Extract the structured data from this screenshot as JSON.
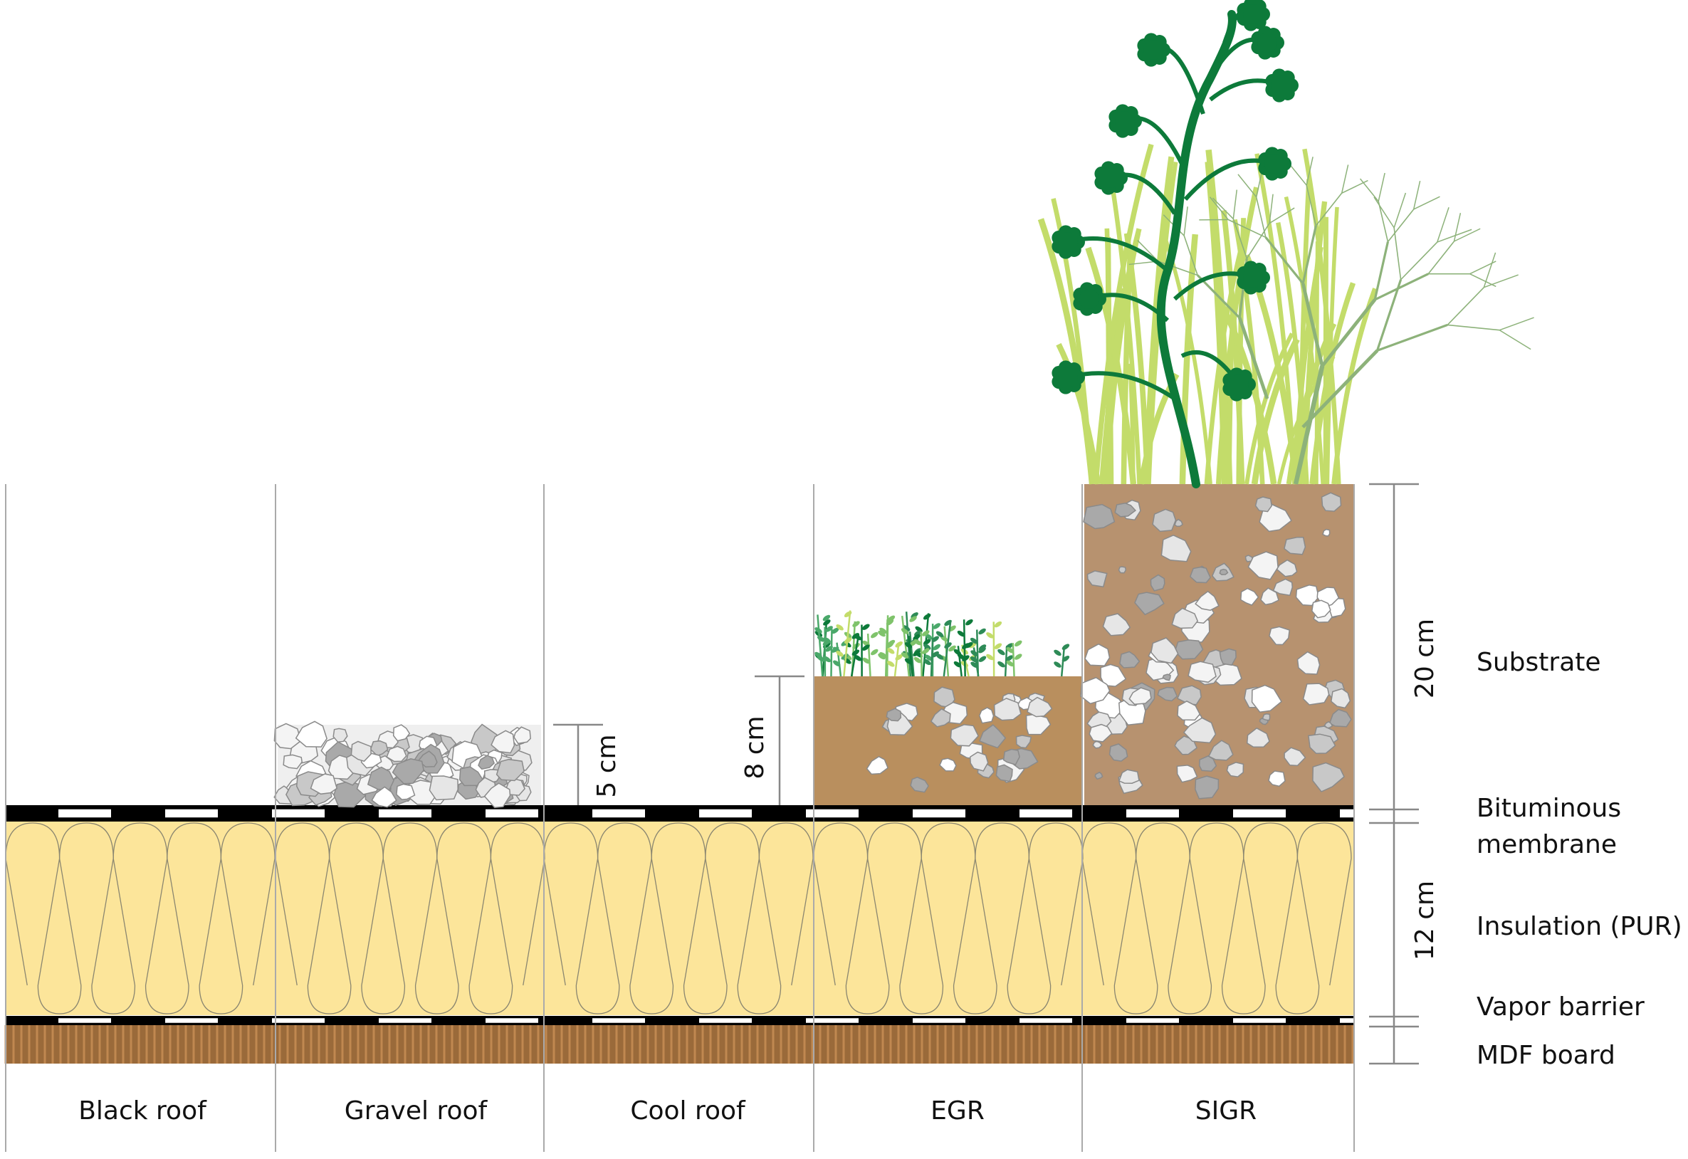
{
  "columns": [
    {
      "label": "Black roof"
    },
    {
      "label": "Gravel roof"
    },
    {
      "label": "Cool roof"
    },
    {
      "label": "EGR"
    },
    {
      "label": "SIGR"
    }
  ],
  "dimensions": {
    "gravel": "5 cm",
    "egr": "8 cm",
    "sigr": "20 cm",
    "insulation": "12 cm"
  },
  "layers": {
    "substrate": "Substrate",
    "membrane_line1": "Bituminous",
    "membrane_line2": "membrane",
    "insulation": "Insulation (PUR)",
    "vapor": "Vapor barrier",
    "mdf": "MDF board"
  },
  "colors": {
    "insulation": "#fce59a",
    "mdf": "#9a6a3a",
    "egr_substrate": "#b98f5e",
    "sigr_substrate": "#b7926f",
    "gravel_bg": "#efefef",
    "dark_green": "#0d7a3a",
    "grass": "#c3dc6a",
    "fern": "#8db27a"
  }
}
